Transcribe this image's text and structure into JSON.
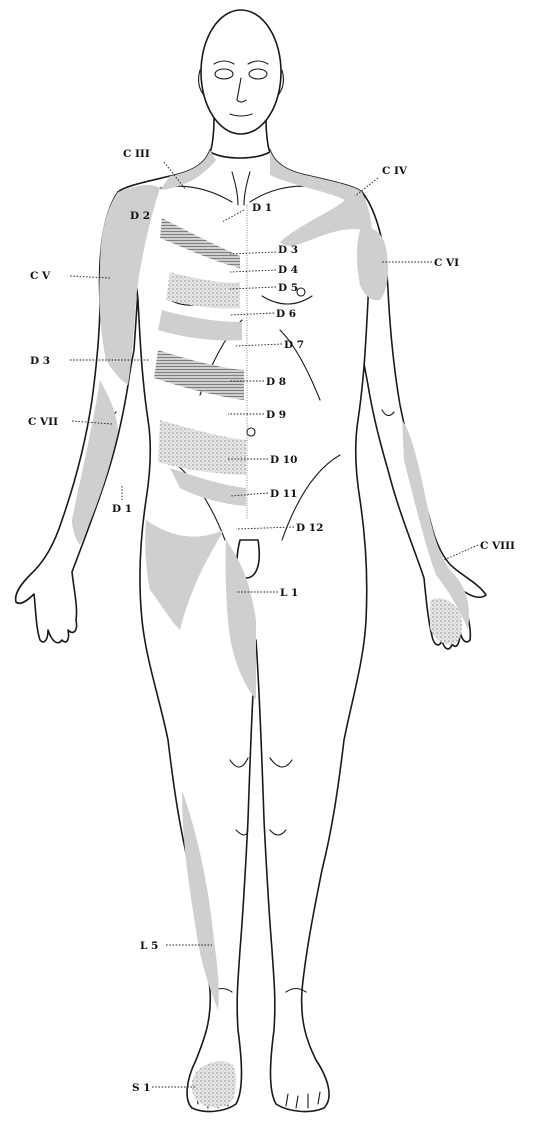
{
  "labels": {
    "c3": "C III",
    "c4": "C IV",
    "c5": "C V",
    "c6": "C VI",
    "c7": "C VII",
    "c8": "C VIII",
    "d1": "D 1",
    "d1_arm": "D 1",
    "d2": "D 2",
    "d3": "D 3",
    "d3_side": "D 3",
    "d4": "D 4",
    "d5": "D 5",
    "d6": "D 6",
    "d7": "D 7",
    "d8": "D 8",
    "d9": "D 9",
    "d10": "D 10",
    "d11": "D 11",
    "d12": "D 12",
    "l1": "L 1",
    "l5": "L 5",
    "s1": "S 1"
  },
  "colors": {
    "outline": "#1a1a1a",
    "shaded_zone": "#cfcfcf",
    "hatched_zone": "#7a7a7a",
    "background": "#ffffff"
  }
}
